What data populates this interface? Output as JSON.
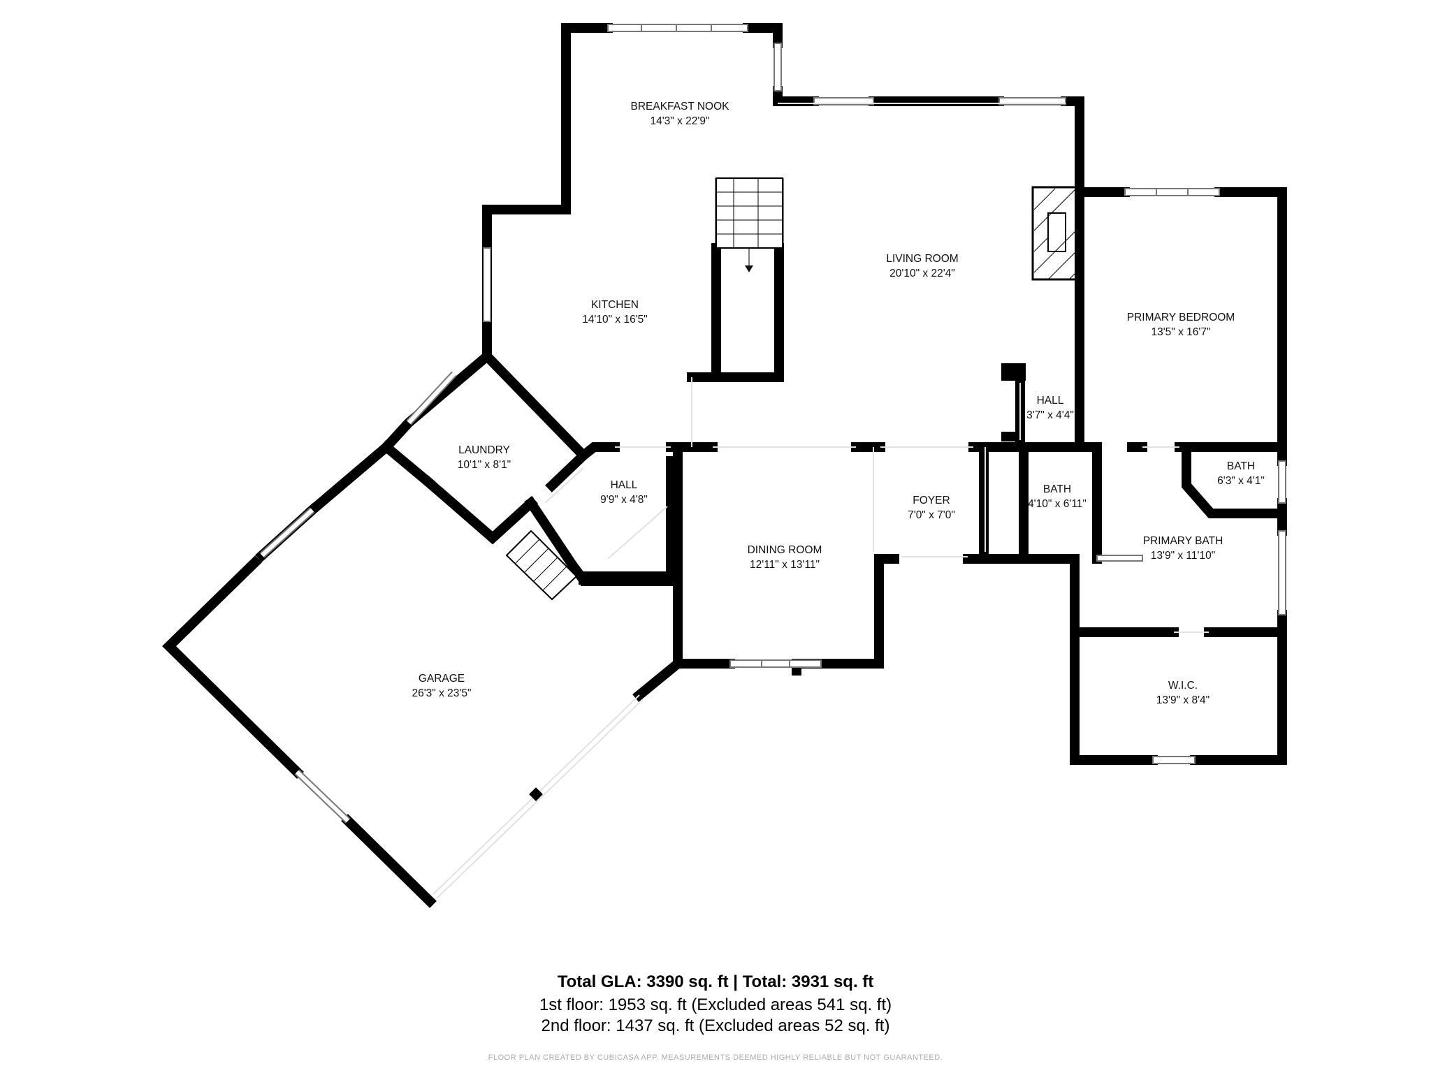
{
  "rooms": {
    "breakfast_nook": {
      "name": "BREAKFAST NOOK",
      "dims": "14'3\" x 22'9\""
    },
    "kitchen": {
      "name": "KITCHEN",
      "dims": "14'10\" x 16'5\""
    },
    "living_room": {
      "name": "LIVING ROOM",
      "dims": "20'10\" x 22'4\""
    },
    "primary_bedroom": {
      "name": "PRIMARY BEDROOM",
      "dims": "13'5\" x 16'7\""
    },
    "hall_upper": {
      "name": "HALL",
      "dims": "3'7\" x 4'4\""
    },
    "laundry": {
      "name": "LAUNDRY",
      "dims": "10'1\" x 8'1\""
    },
    "hall_lower": {
      "name": "HALL",
      "dims": "9'9\" x 4'8\""
    },
    "dining_room": {
      "name": "DINING ROOM",
      "dims": "12'11\" x 13'11\""
    },
    "foyer": {
      "name": "FOYER",
      "dims": "7'0\" x 7'0\""
    },
    "bath_center": {
      "name": "BATH",
      "dims": "4'10\" x 6'11\""
    },
    "bath_small": {
      "name": "BATH",
      "dims": "6'3\" x 4'1\""
    },
    "primary_bath": {
      "name": "PRIMARY BATH",
      "dims": "13'9\" x 11'10\""
    },
    "wic": {
      "name": "W.I.C.",
      "dims": "13'9\" x 8'4\""
    },
    "garage": {
      "name": "GARAGE",
      "dims": "26'3\" x 23'5\""
    }
  },
  "summary": {
    "total": "Total GLA: 3390 sq. ft | Total: 3931 sq. ft",
    "floor1": "1st floor: 1953 sq. ft (Excluded areas 541 sq. ft)",
    "floor2": "2nd floor: 1437 sq. ft (Excluded areas 52 sq. ft)",
    "credit": "FLOOR PLAN CREATED BY CUBICASA APP. MEASUREMENTS DEEMED HIGHLY RELIABLE BUT NOT GUARANTEED."
  }
}
